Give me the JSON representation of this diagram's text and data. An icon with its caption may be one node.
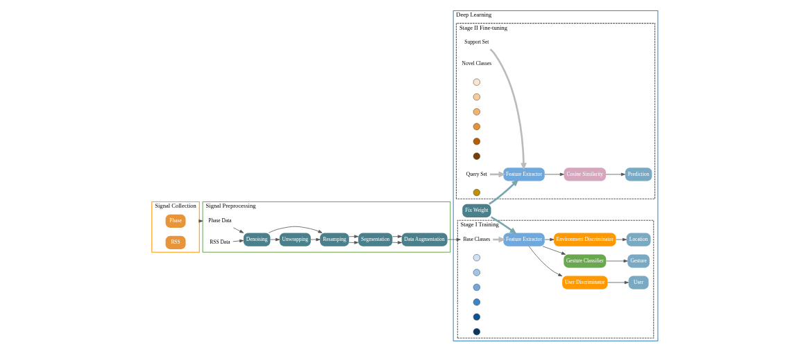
{
  "diagram": {
    "nodes": [
      {
        "text": [
          "Signal Collection"
        ]
      },
      {
        "text": [
          "Phase"
        ],
        "in": 0
      },
      {
        "text": [
          "RSS"
        ],
        "in": 0
      },
      {
        "text": [
          "Signal Preprocessing"
        ]
      },
      {
        "text": [
          "Phase Data"
        ],
        "in": 3
      },
      {
        "text": [
          "RSS Data"
        ],
        "in": 3
      },
      {
        "text": [
          "Denoising"
        ],
        "in": 3
      },
      {
        "text": [
          "Unwrapping"
        ],
        "in": 3
      },
      {
        "text": [
          "Resamping"
        ],
        "in": 3
      },
      {
        "text": [
          "Segmentation"
        ],
        "in": 3
      },
      {
        "text": [
          "Data Augmentation"
        ],
        "in": 3
      },
      {
        "text": [
          "Deep Learning"
        ]
      },
      {
        "text": [
          "Stage I Training"
        ],
        "in": 11
      },
      {
        "text": [
          "Base Classes"
        ],
        "in": 12
      },
      {
        "text": [],
        "shape": "circle",
        "in": 12
      },
      {
        "text": [],
        "shape": "circle",
        "in": 12
      },
      {
        "text": [],
        "shape": "circle",
        "in": 12
      },
      {
        "text": [],
        "shape": "circle",
        "in": 12
      },
      {
        "text": [],
        "shape": "circle",
        "in": 12
      },
      {
        "text": [],
        "shape": "circle",
        "in": 12
      },
      {
        "text": [
          "Feature Extractor"
        ],
        "in": 12
      },
      {
        "text": [
          "User Discriminator"
        ],
        "in": 12
      },
      {
        "text": [
          "Gesture Classifier"
        ],
        "in": 12
      },
      {
        "text": [
          "Environment Discriminator"
        ],
        "in": 12
      },
      {
        "text": [
          "User"
        ],
        "in": 12
      },
      {
        "text": [
          "Gesture"
        ],
        "in": 12
      },
      {
        "text": [
          "Location"
        ],
        "in": 12
      },
      {
        "text": [
          "Fix Weight"
        ],
        "in": 11
      },
      {
        "text": [
          "Stage II Fine-tuning"
        ],
        "in": 11
      },
      {
        "text": [
          "Support Set"
        ],
        "in": 28
      },
      {
        "text": [
          "Novel Classes"
        ],
        "in": 28
      },
      {
        "text": [],
        "shape": "circle",
        "in": 28
      },
      {
        "text": [],
        "shape": "circle",
        "in": 28
      },
      {
        "text": [],
        "shape": "circle",
        "in": 28
      },
      {
        "text": [],
        "shape": "circle",
        "in": 28
      },
      {
        "text": [],
        "shape": "circle",
        "in": 28
      },
      {
        "text": [],
        "shape": "circle",
        "in": 28
      },
      {
        "text": [
          "Query Set"
        ],
        "in": 28
      },
      {
        "text": [],
        "shape": "circle",
        "in": 28
      },
      {
        "text": [
          "Feature Extractor"
        ],
        "in": 28
      },
      {
        "text": [
          "Cosine Similarity"
        ],
        "in": 28
      },
      {
        "text": [
          "Prediction"
        ],
        "in": 28
      }
    ],
    "edges": [
      {
        "from": 0,
        "to": 3,
        "arrow": "to"
      },
      {
        "from": 4,
        "to": 6,
        "arrow": "to"
      },
      {
        "from": 5,
        "to": 6,
        "arrow": "to"
      },
      {
        "from": 6,
        "to": 7,
        "arrow": "to"
      },
      {
        "from": 6,
        "to": 8,
        "arrow": "to"
      },
      {
        "from": 7,
        "to": 8,
        "arrow": "to"
      },
      {
        "from": 8,
        "to": 9,
        "arrow": "to"
      },
      {
        "from": 8,
        "to": 9,
        "arrow": "to"
      },
      {
        "from": 9,
        "to": 10,
        "arrow": "to"
      },
      {
        "from": 9,
        "to": 10,
        "arrow": "to"
      },
      {
        "from": 10,
        "to": 13,
        "arrow": "to"
      },
      {
        "from": 13,
        "to": 20,
        "arrow": "to",
        "style": "thick",
        "color": "#bbbbbb"
      },
      {
        "from": 20,
        "to": 21,
        "arrow": "to"
      },
      {
        "from": 20,
        "to": 22,
        "arrow": "to"
      },
      {
        "from": 20,
        "to": 23,
        "arrow": "to"
      },
      {
        "from": 21,
        "to": 24,
        "arrow": "to"
      },
      {
        "from": 22,
        "to": 25,
        "arrow": "to"
      },
      {
        "from": 23,
        "to": 26,
        "arrow": "to"
      },
      {
        "from": 27,
        "to": 20,
        "arrow": "to",
        "style": "thick",
        "color": "#7aa6b0"
      },
      {
        "from": 27,
        "to": 39,
        "arrow": "to",
        "style": "thick",
        "color": "#7aa6b0"
      },
      {
        "from": 29,
        "to": 39,
        "arrow": "to",
        "style": "thick",
        "color": "#bbbbbb"
      },
      {
        "from": 37,
        "to": 39,
        "arrow": "to",
        "style": "thick",
        "color": "#bbbbbb"
      },
      {
        "from": 39,
        "to": 40,
        "arrow": "to"
      },
      {
        "from": 40,
        "to": 41,
        "arrow": "to"
      }
    ]
  }
}
